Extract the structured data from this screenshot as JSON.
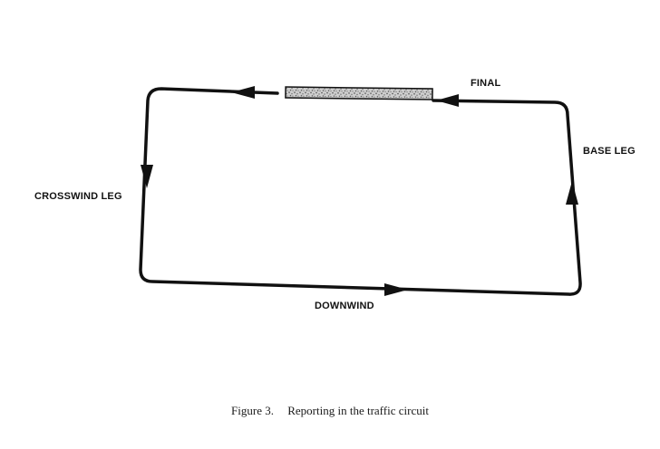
{
  "diagram": {
    "legs": {
      "final": "FINAL",
      "base": "BASE LEG",
      "crosswind": "CROSSWIND LEG",
      "downwind": "DOWNWIND"
    }
  },
  "caption": {
    "number": "Figure 3.",
    "text": "Reporting in the traffic circuit"
  },
  "colors": {
    "ink": "#111111",
    "runway_fill": "#bdbdbd"
  }
}
